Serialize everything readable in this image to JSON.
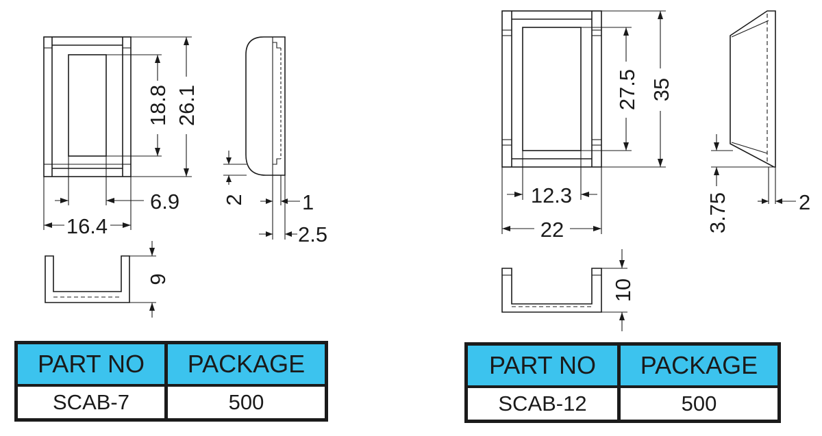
{
  "parts": [
    {
      "part_no": "SCAB-7",
      "package": "500",
      "dims": {
        "inner_h": "18.8",
        "outer_h": "26.1",
        "inner_w": "6.9",
        "outer_w": "16.4",
        "side_a": "2",
        "side_b": "1",
        "side_c": "2.5",
        "height": "9"
      }
    },
    {
      "part_no": "SCAB-12",
      "package": "500",
      "dims": {
        "inner_h": "27.5",
        "outer_h": "35",
        "inner_w": "12.3",
        "outer_w": "22",
        "side_a": "3.75",
        "side_b": "2",
        "height": "10"
      }
    }
  ],
  "table": {
    "col_part": "PART NO",
    "col_package": "PACKAGE"
  },
  "colors": {
    "header_bg": "#3cc3ee",
    "border": "#1b1b1b",
    "line": "#1a1a1a"
  }
}
